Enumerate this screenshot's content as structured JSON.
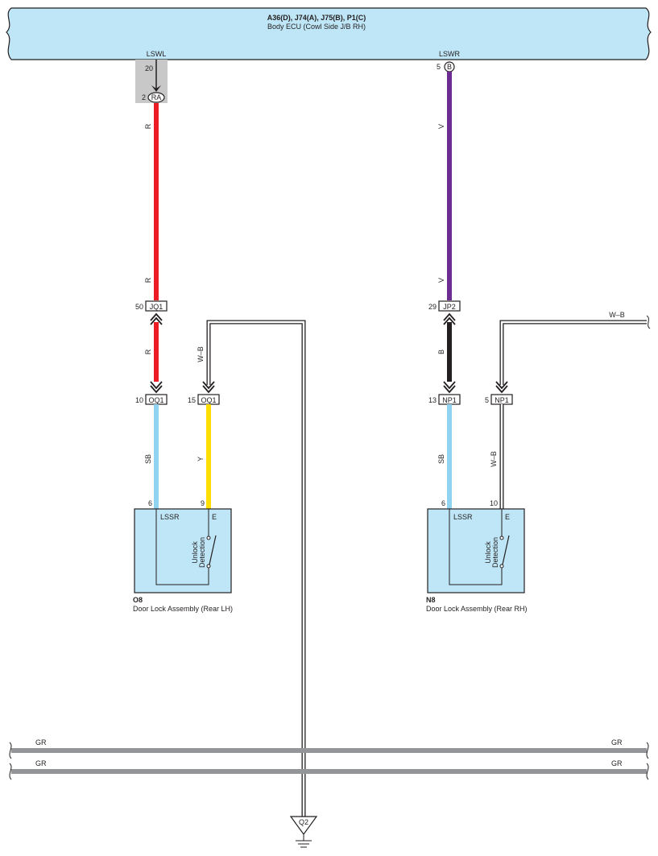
{
  "ecu": {
    "codes": "A36(D), J74(A), J75(B), P1(C)",
    "name": "Body ECU (Cowl Side J/B RH)",
    "pin_left_name": "LSWL",
    "pin_left_no": "20",
    "pin_right_name": "LSWR",
    "pin_right_no": "5",
    "pin_right_conn": "B"
  },
  "left_branch": {
    "ra_pin": "2",
    "ra_label": "RA",
    "wire_upper": "R",
    "wire_upper2": "R",
    "jq1_pin": "50",
    "jq1_label": "JQ1",
    "wire_mid": "R",
    "oq1_a_pin": "10",
    "oq1_a_label": "OQ1",
    "oq1_b_pin": "15",
    "oq1_b_label": "OQ1",
    "wire_wb": "W–B",
    "wire_sb": "SB",
    "wire_y": "Y"
  },
  "right_branch": {
    "wire_upper": "V",
    "wire_upper2": "V",
    "jp2_pin": "29",
    "jp2_label": "JP2",
    "wire_mid": "B",
    "np1_a_pin": "13",
    "np1_a_label": "NP1",
    "np1_b_pin": "5",
    "np1_b_label": "NP1",
    "wire_wb_top": "W–B",
    "wire_sb": "SB",
    "wire_wb": "W–B"
  },
  "component_left": {
    "pin_a": "6",
    "pin_b": "9",
    "terminal_a": "LSSR",
    "terminal_b": "E",
    "switch_line1": "Unlock",
    "switch_line2": "Detection",
    "code": "O8",
    "name": "Door Lock Assembly (Rear LH)"
  },
  "component_right": {
    "pin_a": "6",
    "pin_b": "10",
    "terminal_a": "LSSR",
    "terminal_b": "E",
    "switch_line1": "Unlock",
    "switch_line2": "Detection",
    "code": "N8",
    "name": "Door Lock Assembly (Rear RH)"
  },
  "buses": {
    "gr1_left": "GR",
    "gr1_right": "GR",
    "gr2_left": "GR",
    "gr2_right": "GR"
  },
  "ground": {
    "label": "Q2"
  },
  "colors": {
    "ecu_fill": "#bfe6f6",
    "wire_red": "#ec1c24",
    "wire_violet": "#6d2c91",
    "wire_black": "#231f20",
    "wire_skyblue": "#8fd3f0",
    "wire_yellow": "#ffde00",
    "wire_gray": "#939598",
    "component_fill": "#bfe6f6",
    "shield_gray": "#c8c8c8"
  }
}
